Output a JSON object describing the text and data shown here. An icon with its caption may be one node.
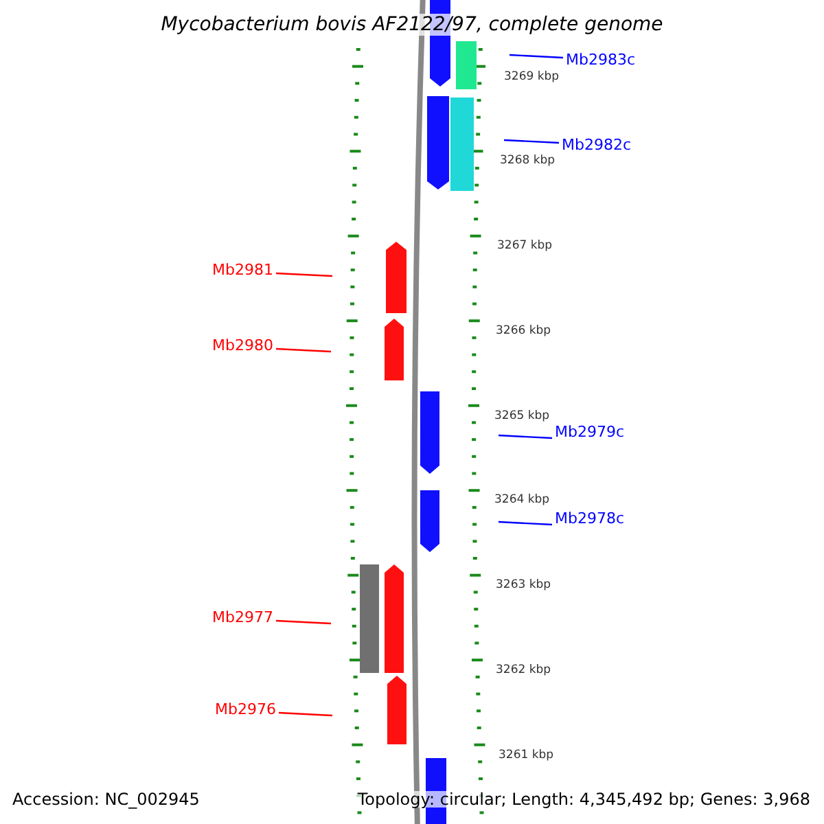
{
  "diagram": {
    "title": "Mycobacterium bovis AF2122/97, complete genome",
    "nodes": [
      {
        "text": [
          "Mb2983c"
        ]
      },
      {
        "text": [
          "Mb2982c"
        ]
      },
      {
        "text": [
          "Mb2981"
        ]
      },
      {
        "text": [
          "Mb2980"
        ]
      },
      {
        "text": [
          "Mb2979c"
        ]
      },
      {
        "text": [
          "Mb2978c"
        ]
      },
      {
        "text": [
          "Mb2977"
        ]
      },
      {
        "text": [
          "Mb2976"
        ]
      }
    ],
    "edges": [
      {
        "from": 0,
        "to": null,
        "arrow": "none",
        "color": "#0000ff"
      },
      {
        "from": 1,
        "to": null,
        "arrow": "none",
        "color": "#0000ff"
      },
      {
        "from": 2,
        "to": null,
        "arrow": "none",
        "color": "#ff0000"
      },
      {
        "from": 3,
        "to": null,
        "arrow": "none",
        "color": "#ff0000"
      },
      {
        "from": 4,
        "to": null,
        "arrow": "none",
        "color": "#0000ff"
      },
      {
        "from": 5,
        "to": null,
        "arrow": "none",
        "color": "#0000ff"
      },
      {
        "from": 6,
        "to": null,
        "arrow": "none",
        "color": "#ff0000"
      },
      {
        "from": 7,
        "to": null,
        "arrow": "none",
        "color": "#ff0000"
      }
    ],
    "labels": [
      "3269 kbp",
      "3268 kbp",
      "3267 kbp",
      "3266 kbp",
      "3265 kbp",
      "3264 kbp",
      "3263 kbp",
      "3262 kbp",
      "3261 kbp",
      "Accession: NC_002945",
      "Topology: circular; Length: 4,345,492 bp; Genes: 3,968"
    ]
  }
}
